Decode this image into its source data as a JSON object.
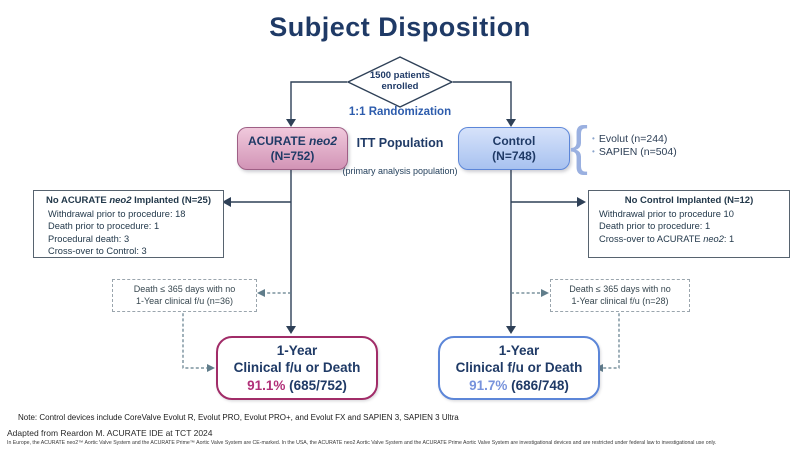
{
  "title": "Subject Disposition",
  "enrollment": {
    "line1": "1500 patients",
    "line2": "enrolled"
  },
  "randomization_label": "1:1 Randomization",
  "itt": {
    "label": "ITT Population",
    "subtitle": "(primary analysis population)"
  },
  "arms": {
    "acurate": {
      "name_pre": "ACURATE ",
      "name_italic": "neo2",
      "n_label": "(N=752)"
    },
    "control": {
      "name": "Control",
      "n_label": "(N=748)"
    }
  },
  "control_devices": {
    "items": [
      "Evolut (n=244)",
      "SAPIEN (n=504)"
    ]
  },
  "exclusions": {
    "acurate": {
      "title_pre": "No ACURATE ",
      "title_italic": "neo2",
      "title_post": " Implanted (N=25)",
      "items": [
        "Withdrawal prior to procedure: 18",
        "Death prior to procedure: 1",
        "Procedural death: 3",
        "Cross-over to Control: 3"
      ]
    },
    "control": {
      "title": "No Control Implanted (N=12)",
      "items": [
        "Withdrawal prior to procedure 10",
        "Death prior to procedure: 1"
      ],
      "last_item_pre": "Cross-over to ACURATE ",
      "last_item_italic": "neo2",
      "last_item_post": ": 1"
    }
  },
  "death_boxes": {
    "acurate": {
      "line1": "Death ≤ 365 days with no",
      "line2": "1-Year clinical f/u (n=36)"
    },
    "control": {
      "line1": "Death ≤ 365 days with no",
      "line2": "1-Year clinical f/u (n=28)"
    }
  },
  "outcomes": {
    "acurate": {
      "line1": "1-Year",
      "line2": "Clinical f/u or Death",
      "pct": "91.1%",
      "frac": " (685/752)"
    },
    "control": {
      "line1": "1-Year",
      "line2": "Clinical f/u or Death",
      "pct": "91.7%",
      "frac": " (686/748)"
    }
  },
  "footnotes": {
    "note": "Note: Control devices include CoreValve Evolut R, Evolut PRO, Evolut PRO+, and Evolut FX and SAPIEN 3, SAPIEN 3 Ultra",
    "adapted": "Adapted from Reardon M.  ACURATE IDE at TCT 2024",
    "fineprint": "In Europe, the ACURATE neo2™ Aortic Valve System and the ACURATE Prime™ Aortic Valve System are CE-marked. In the USA, the ACURATE neo2 Aortic Valve System and the ACURATE Prime Aortic Valve System are investigational devices and are restricted under federal law to investigational use only."
  },
  "colors": {
    "navy_text": "#1f3a66",
    "acurate_fill": "#d294b6",
    "acurate_border": "#9e5f85",
    "control_fill": "#a8c2f0",
    "control_border": "#5c86d8",
    "pct_magenta": "#b13078",
    "pct_blue": "#7893dc",
    "randomization_blue": "#2d5cad"
  }
}
